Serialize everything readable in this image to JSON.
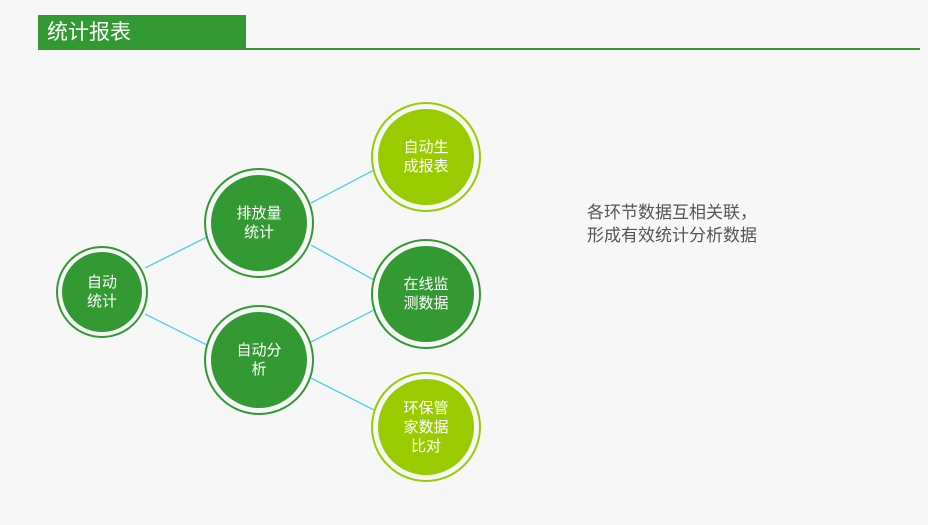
{
  "header": {
    "title": "统计报表"
  },
  "colors": {
    "primary": "#339933",
    "secondary": "#99cc00",
    "connector": "#33ccff"
  },
  "nodes": {
    "auto_stats": "自动\n统计",
    "emission_stats": "排放量\n统计",
    "auto_analysis": "自动分\n析",
    "auto_report": "自动生\n成报表",
    "online_monitoring": "在线监\n测数据",
    "env_compare": "环保管\n家数据\n比对"
  },
  "description": {
    "line1": "各环节数据互相关联，",
    "line2": "形成有效统计分析数据"
  }
}
